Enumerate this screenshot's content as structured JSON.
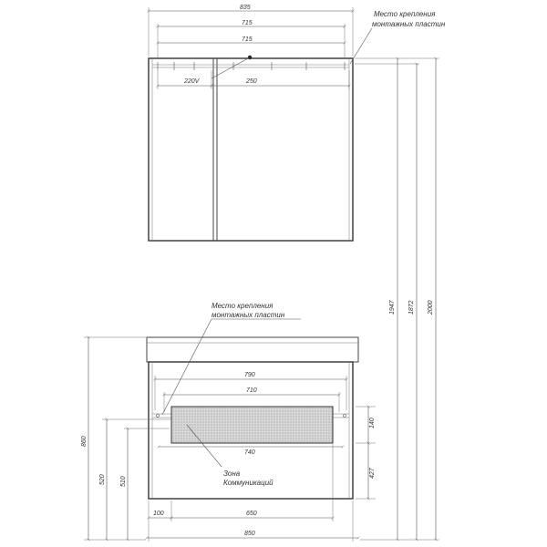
{
  "top": {
    "dims": {
      "overall_width": "835",
      "inner_width_a": "715",
      "inner_width_b": "715",
      "voltage": "220V",
      "section": "250"
    },
    "note": {
      "line1": "Место крепления",
      "line2": "монтажных пластин"
    }
  },
  "bottom": {
    "dims": {
      "w790": "790",
      "w710": "710",
      "w740": "740",
      "h140": "140",
      "h427": "427",
      "h520": "520",
      "h510": "510",
      "h860": "860",
      "w100": "100",
      "w650": "650",
      "w850": "850"
    },
    "note": {
      "line1": "Место крепления",
      "line2": "монтажных пластин"
    },
    "zone": {
      "line1": "Зона",
      "line2": "Коммуникаций"
    }
  },
  "heights": {
    "h1947": "1947",
    "h1872": "1872",
    "h2000": "2000"
  }
}
